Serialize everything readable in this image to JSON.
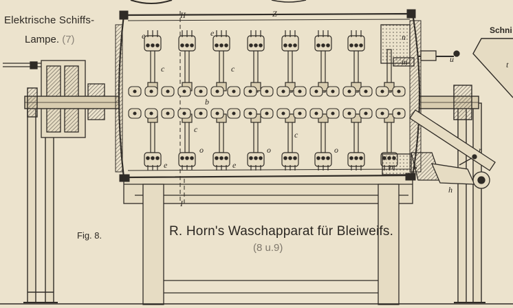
{
  "caption_top_line1": "Elektrische Schiffs-",
  "caption_top_line2_text": "Lampe.",
  "caption_top_line2_num": "(7)",
  "fig_label": "Fig. 8.",
  "main_title": "R. Horn's Waschapparat für Bleiweifs.",
  "sub_title": "(8 u.9)",
  "cut_text": "Schni",
  "letters": {
    "II": "II",
    "I": "I",
    "Z": "Z",
    "b": "b",
    "c": "c",
    "e": "e",
    "o": "o",
    "n": "n",
    "m": "m",
    "u": "u",
    "r": "r",
    "s": "s",
    "h": "h",
    "t": "t"
  },
  "colors": {
    "paper": "#ece3cd",
    "ink": "#2f2b26",
    "hatch": "#5a544b",
    "wood": "#e6dcc3"
  }
}
